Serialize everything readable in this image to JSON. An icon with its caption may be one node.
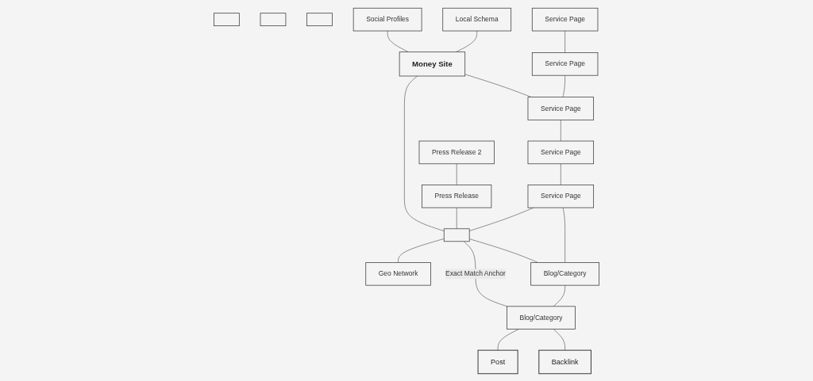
{
  "diagram": {
    "nodes": [
      {
        "text": [],
        "shape": "box"
      },
      {
        "text": [],
        "shape": "box"
      },
      {
        "text": [],
        "shape": "box"
      },
      {
        "text": [
          "Social Profiles"
        ]
      },
      {
        "text": [
          "Local Schema"
        ]
      },
      {
        "text": [
          "Money Site"
        ]
      },
      {
        "text": [
          "Press Release 2"
        ]
      },
      {
        "text": [
          "Press Release"
        ]
      },
      {
        "text": [],
        "shape": "box"
      },
      {
        "text": [
          "Geo Network"
        ]
      },
      {
        "text": [
          "Service Page"
        ]
      },
      {
        "text": [
          "Service Page"
        ]
      },
      {
        "text": [
          "Service Page"
        ]
      },
      {
        "text": [
          "Service Page"
        ]
      },
      {
        "text": [
          "Service Page"
        ]
      },
      {
        "text": [
          "Blog/Category"
        ]
      },
      {
        "text": [
          "Blog/Category"
        ]
      },
      {
        "text": [
          "Post"
        ]
      },
      {
        "text": [
          "Backlink"
        ]
      }
    ],
    "edges": [
      {
        "from": 3,
        "to": 5,
        "arrow": "none"
      },
      {
        "from": 4,
        "to": 5,
        "arrow": "none"
      },
      {
        "from": 5,
        "to": 12,
        "arrow": "none"
      },
      {
        "from": 5,
        "to": 8,
        "arrow": "none"
      },
      {
        "from": 6,
        "to": 7,
        "arrow": "none"
      },
      {
        "from": 7,
        "to": 8,
        "arrow": "none"
      },
      {
        "from": 8,
        "to": 9,
        "arrow": "none"
      },
      {
        "from": 10,
        "to": 11,
        "arrow": "none"
      },
      {
        "from": 11,
        "to": 12,
        "arrow": "none"
      },
      {
        "from": 12,
        "to": 13,
        "arrow": "none"
      },
      {
        "from": 13,
        "to": 14,
        "arrow": "none"
      },
      {
        "from": 14,
        "to": 8,
        "arrow": "none"
      },
      {
        "from": 8,
        "to": 15,
        "arrow": "none"
      },
      {
        "from": 8,
        "to": 16,
        "label": "Exact Match Anchor",
        "arrow": "none"
      },
      {
        "from": 14,
        "to": 15,
        "arrow": "none"
      },
      {
        "from": 15,
        "to": 16,
        "arrow": "none"
      },
      {
        "from": 16,
        "to": 17,
        "arrow": "none"
      },
      {
        "from": 16,
        "to": 18,
        "arrow": "none"
      }
    ]
  }
}
